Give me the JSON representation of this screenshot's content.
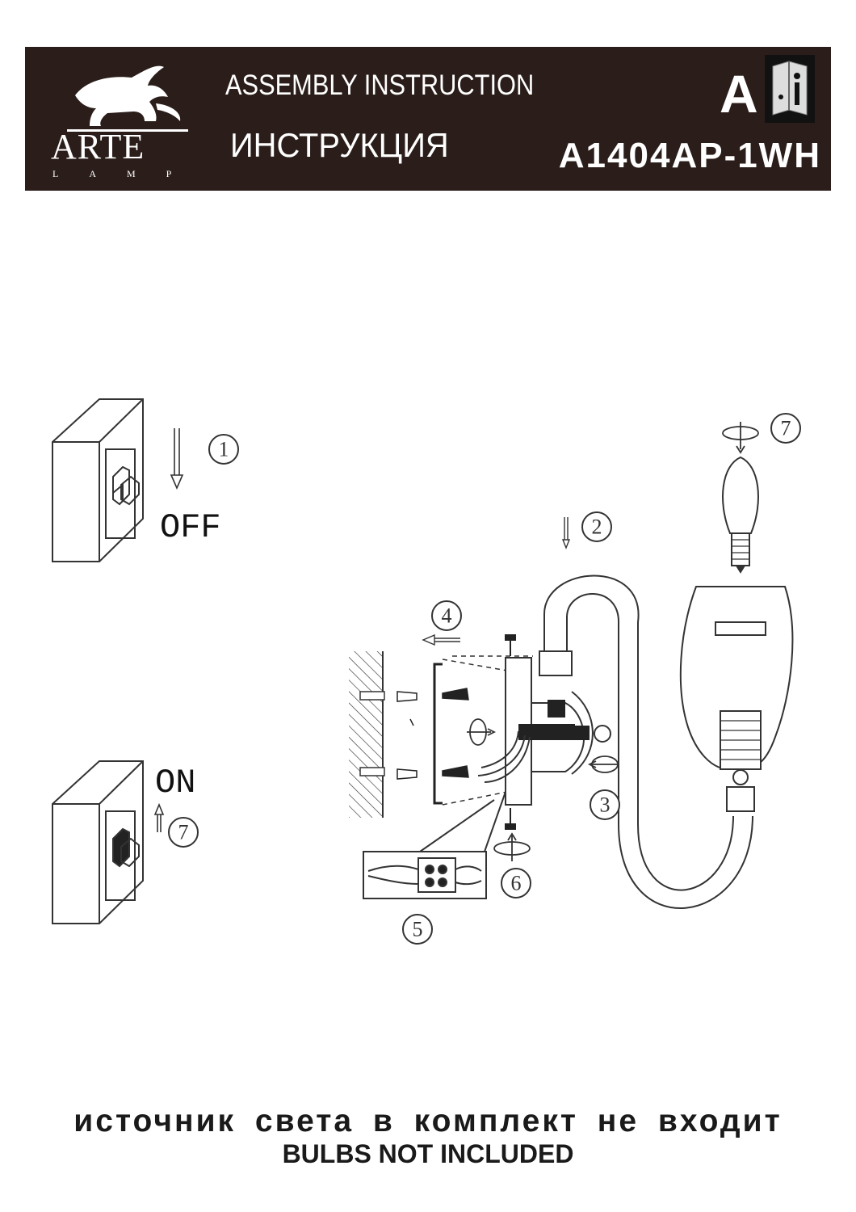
{
  "header": {
    "brand_name": "ARTE",
    "brand_sub": "LAMP",
    "title_en": "ASSEMBLY INSTRUCTION",
    "title_ru": "ИНСТРУКЦИЯ",
    "category_letter": "A",
    "model": "A1404AP-1WH"
  },
  "steps": {
    "step_1": "1",
    "step_2": "2",
    "step_3": "3",
    "step_4": "4",
    "step_5": "5",
    "step_6": "6",
    "step_7_bulb": "7",
    "step_7_switch": "7"
  },
  "switch_labels": {
    "off": "OFF",
    "on": "ON"
  },
  "footer": {
    "text_ru": "источник света в комплект не входит",
    "text_en": "BULBS NOT INCLUDED"
  },
  "colors": {
    "header_bg": "#2b1e1a",
    "ink": "#1a1a1a",
    "line": "#333333"
  }
}
